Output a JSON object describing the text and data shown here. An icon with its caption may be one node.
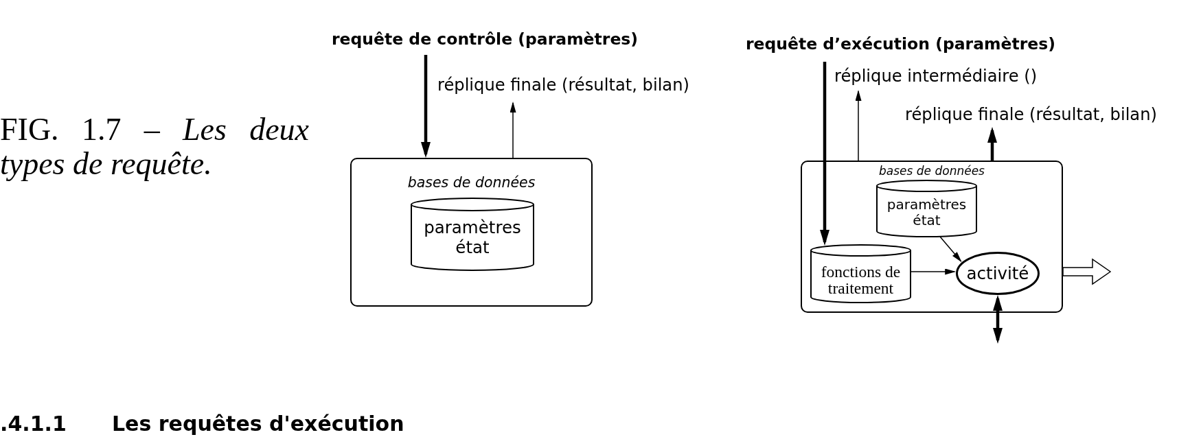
{
  "diagram": {
    "caption": "FIG. 1.7 – *Les deux types de requête.*",
    "nodes": [
      {
        "text": [
          "requête de contrôle (paramètres)"
        ]
      },
      {
        "text": [
          "réplique finale (résultat, bilan)"
        ]
      },
      {
        "text": [
          "bases de données"
        ]
      },
      {
        "text": [
          "paramètres état"
        ],
        "in": 2
      },
      {
        "text": [
          "requête d’exécution (paramètres)"
        ]
      },
      {
        "text": [
          "réplique intermédiaire ()"
        ]
      },
      {
        "text": [
          "réplique finale (résultat, bilan)"
        ]
      },
      {
        "text": [
          "bases de données"
        ]
      },
      {
        "text": [
          "paramètres état"
        ],
        "in": 7
      },
      {
        "text": [
          "fonctions de traitement"
        ],
        "in": 7
      },
      {
        "text": [
          "activité"
        ],
        "in": 7
      }
    ],
    "edges": [
      {
        "from": 0,
        "to": 2,
        "arrow": "to",
        "style": "thick"
      },
      {
        "from": 2,
        "to": 1,
        "arrow": "to"
      },
      {
        "from": 4,
        "to": 9,
        "arrow": "to",
        "style": "thick"
      },
      {
        "from": 7,
        "to": 5,
        "arrow": "to"
      },
      {
        "from": 7,
        "to": 6,
        "arrow": "to",
        "style": "thick"
      },
      {
        "from": 8,
        "to": 10,
        "arrow": "to"
      },
      {
        "from": 9,
        "to": 10,
        "arrow": "to"
      },
      {
        "from": 10,
        "to": null,
        "arrow": "both",
        "style": "thick"
      },
      {
        "from": 7,
        "to": null,
        "arrow": "to"
      }
    ],
    "labels": [
      ".4.1.1",
      "Les requêtes d'exécution"
    ]
  }
}
